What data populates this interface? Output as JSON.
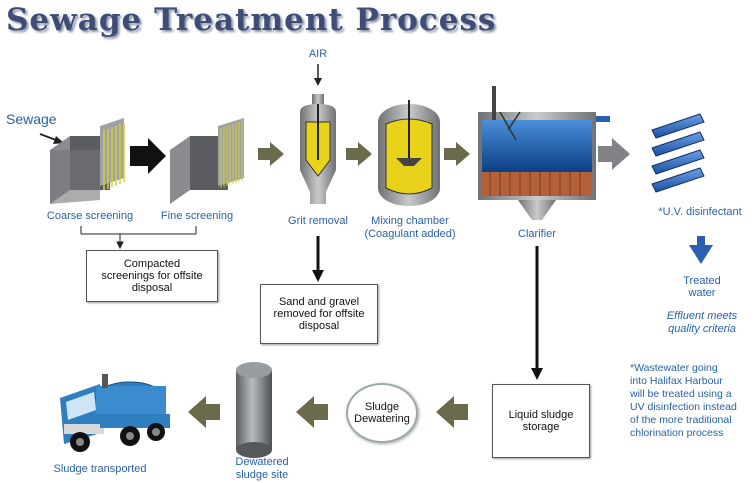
{
  "title": "Sewage Treatment Process",
  "labels": {
    "sewage": "Sewage",
    "air": "AIR",
    "coarse_screening": "Coarse screening",
    "fine_screening": "Fine screening",
    "grit_removal": "Grit removal",
    "mixing_chamber_line1": "Mixing chamber",
    "mixing_chamber_line2": "(Coagulant added)",
    "clarifier": "Clarifier",
    "uv_disinfectant": "*U.V. disinfectant",
    "treated_water_line1": "Treated",
    "treated_water_line2": "water",
    "effluent_line1": "Effluent meets",
    "effluent_line2": "quality criteria",
    "dewatered_line1": "Dewatered",
    "dewatered_line2": "sludge site",
    "sludge_transported": "Sludge transported"
  },
  "boxes": {
    "compacted_line1": "Compacted",
    "compacted_line2": "screenings for offsite",
    "compacted_line3": "disposal",
    "sand_line1": "Sand and gravel",
    "sand_line2": "removed for offsite",
    "sand_line3": "disposal",
    "liquid_line1": "Liquid sludge",
    "liquid_line2": "storage",
    "dewatering_line1": "Sludge",
    "dewatering_line2": "Dewatering"
  },
  "footnote": {
    "line1": "*Wastewater going",
    "line2": "into Halifax Harbour",
    "line3": "will be treated using a",
    "line4": "UV disinfection instead",
    "line5": "of the more traditional",
    "line6": "chlorination process"
  },
  "colors": {
    "title": "#3f4d76",
    "label_blue": "#2862a6",
    "arrow_olive": "#6b6a4a",
    "uv_blue": "#2d5fb0",
    "clarifier_water": "#1d5aa6",
    "sludge_brown": "#b4613a",
    "chamber_yellow": "#e9d21a",
    "truck_blue": "#2f7fc0"
  }
}
